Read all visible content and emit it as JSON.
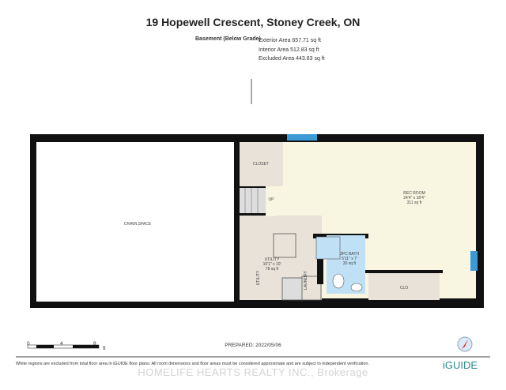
{
  "title": "19 Hopewell Crescent, Stoney Creek, ON",
  "level": "Basement (Below Grade)",
  "areas": {
    "exterior": "Exterior Area 657.71 sq ft",
    "interior": "Interior Area 512.83 sq ft",
    "excluded": "Excluded Area 443.83 sq ft"
  },
  "rooms": {
    "crawlspace": {
      "name": "CRAWLSPACE"
    },
    "closet": {
      "name": "CLOSET"
    },
    "stairs": {
      "label": "UP"
    },
    "rec_room": {
      "name": "REC ROOM",
      "dims": "24'4\" x 18'4\"",
      "area": "311 sq ft"
    },
    "utility": {
      "name": "UTILITY",
      "dims": "10'1\" x 10'",
      "area": "78 sq ft",
      "side_label": "UTILITY"
    },
    "laundry": {
      "name": "LAUNDRY"
    },
    "bath": {
      "name": "3PC BATH",
      "dims": "5'11\" x 7'",
      "area": "30 sq ft"
    },
    "clo": {
      "name": "CLO"
    }
  },
  "colors": {
    "rec_room": "#f8f6e1",
    "utility": "#e8e2d8",
    "bath": "#bfe0f5",
    "window": "#3b9ad6",
    "wall": "#111111"
  },
  "scale": {
    "ticks": [
      "0",
      "4",
      "8"
    ],
    "unit": "ft"
  },
  "prepared": "PREPARED: 2022/05/06",
  "footer_note": "White regions are excluded from total floor area in iGUIDE floor plans. All room dimensions and floor areas must be considered approximate and are subject to independent verification.",
  "watermark": "HOMELIFE HEARTS REALTY INC., Brokerage",
  "logo": "iGUIDE",
  "compass_icon": "compass-icon"
}
